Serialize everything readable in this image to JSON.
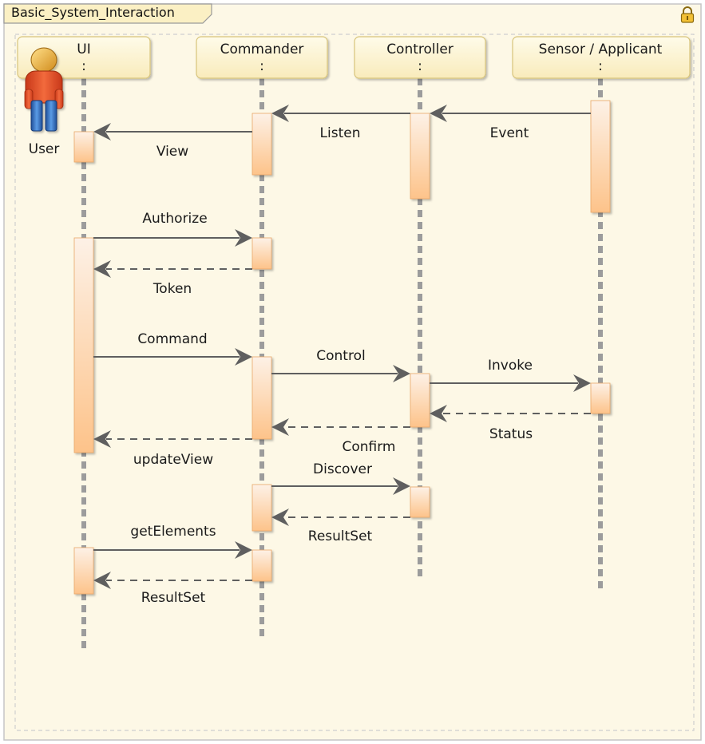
{
  "diagram": {
    "title": "Basic_System_Interaction",
    "actor_label": "User",
    "lifelines": [
      {
        "id": "ui",
        "label": "UI",
        "sub": ":"
      },
      {
        "id": "commander",
        "label": "Commander",
        "sub": ":"
      },
      {
        "id": "controller",
        "label": "Controller",
        "sub": ":"
      },
      {
        "id": "sensor",
        "label": "Sensor / Applicant",
        "sub": ":"
      }
    ],
    "messages": [
      {
        "id": "event",
        "label": "Event",
        "from": "sensor",
        "to": "controller",
        "style": "solid"
      },
      {
        "id": "listen",
        "label": "Listen",
        "from": "controller",
        "to": "commander",
        "style": "solid"
      },
      {
        "id": "view",
        "label": "View",
        "from": "commander",
        "to": "ui",
        "style": "solid"
      },
      {
        "id": "authorize",
        "label": "Authorize",
        "from": "ui",
        "to": "commander",
        "style": "solid"
      },
      {
        "id": "token",
        "label": "Token",
        "from": "commander",
        "to": "ui",
        "style": "dashed"
      },
      {
        "id": "command",
        "label": "Command",
        "from": "ui",
        "to": "commander",
        "style": "solid"
      },
      {
        "id": "control",
        "label": "Control",
        "from": "commander",
        "to": "controller",
        "style": "solid"
      },
      {
        "id": "invoke",
        "label": "Invoke",
        "from": "controller",
        "to": "sensor",
        "style": "solid"
      },
      {
        "id": "status",
        "label": "Status",
        "from": "sensor",
        "to": "controller",
        "style": "dashed"
      },
      {
        "id": "confirm",
        "label": "Confirm",
        "from": "controller",
        "to": "commander",
        "style": "dashed"
      },
      {
        "id": "update-view",
        "label": "updateView",
        "from": "commander",
        "to": "ui",
        "style": "dashed"
      },
      {
        "id": "discover",
        "label": "Discover",
        "from": "commander",
        "to": "controller",
        "style": "solid"
      },
      {
        "id": "result-set-1",
        "label": "ResultSet",
        "from": "controller",
        "to": "commander",
        "style": "dashed"
      },
      {
        "id": "get-elements",
        "label": "getElements",
        "from": "ui",
        "to": "commander",
        "style": "solid"
      },
      {
        "id": "result-set-2",
        "label": "ResultSet",
        "from": "commander",
        "to": "ui",
        "style": "dashed"
      }
    ]
  },
  "colors": {
    "frame_bg": "#fdf8e6",
    "frame_border": "#b9b9b9",
    "header_bg": "#fbf0c4",
    "activation_top": "#fdf1e6",
    "activation_bottom": "#fdc790",
    "lifeline": "#9c9c9c",
    "arrow": "#5f5f5f",
    "actor_head": "#e8a935",
    "actor_body": "#e8502a",
    "actor_legs": "#3a78c6"
  }
}
